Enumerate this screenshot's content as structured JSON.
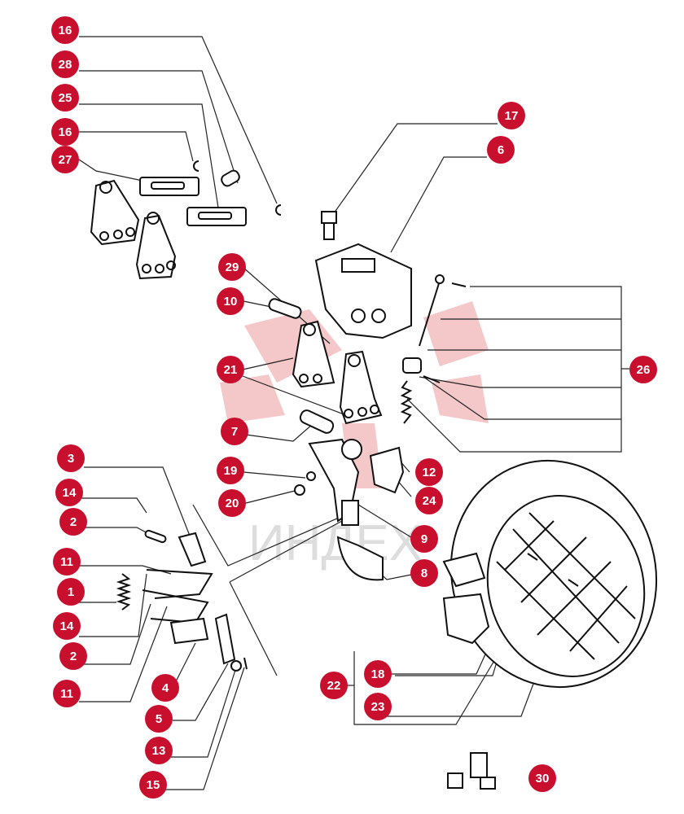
{
  "diagram": {
    "watermark_text": "ИНДЕХ",
    "accent_color": "#c8102e",
    "watermark_color": "#f4c7c9",
    "callouts": [
      {
        "id": "c16a",
        "label": "16"
      },
      {
        "id": "c28",
        "label": "28"
      },
      {
        "id": "c25",
        "label": "25"
      },
      {
        "id": "c16b",
        "label": "16"
      },
      {
        "id": "c27",
        "label": "27"
      },
      {
        "id": "c17",
        "label": "17"
      },
      {
        "id": "c6",
        "label": "6"
      },
      {
        "id": "c29",
        "label": "29"
      },
      {
        "id": "c10",
        "label": "10"
      },
      {
        "id": "c21",
        "label": "21"
      },
      {
        "id": "c26",
        "label": "26"
      },
      {
        "id": "c7",
        "label": "7"
      },
      {
        "id": "c3",
        "label": "3"
      },
      {
        "id": "c19",
        "label": "19"
      },
      {
        "id": "c12",
        "label": "12"
      },
      {
        "id": "c14a",
        "label": "14"
      },
      {
        "id": "c20",
        "label": "20"
      },
      {
        "id": "c24",
        "label": "24"
      },
      {
        "id": "c2a",
        "label": "2"
      },
      {
        "id": "c9",
        "label": "9"
      },
      {
        "id": "c11a",
        "label": "11"
      },
      {
        "id": "c8",
        "label": "8"
      },
      {
        "id": "c1",
        "label": "1"
      },
      {
        "id": "c14b",
        "label": "14"
      },
      {
        "id": "c2b",
        "label": "2"
      },
      {
        "id": "c18",
        "label": "18"
      },
      {
        "id": "c22",
        "label": "22"
      },
      {
        "id": "c11b",
        "label": "11"
      },
      {
        "id": "c4",
        "label": "4"
      },
      {
        "id": "c23",
        "label": "23"
      },
      {
        "id": "c5",
        "label": "5"
      },
      {
        "id": "c13",
        "label": "13"
      },
      {
        "id": "c30",
        "label": "30"
      },
      {
        "id": "c15",
        "label": "15"
      }
    ]
  }
}
